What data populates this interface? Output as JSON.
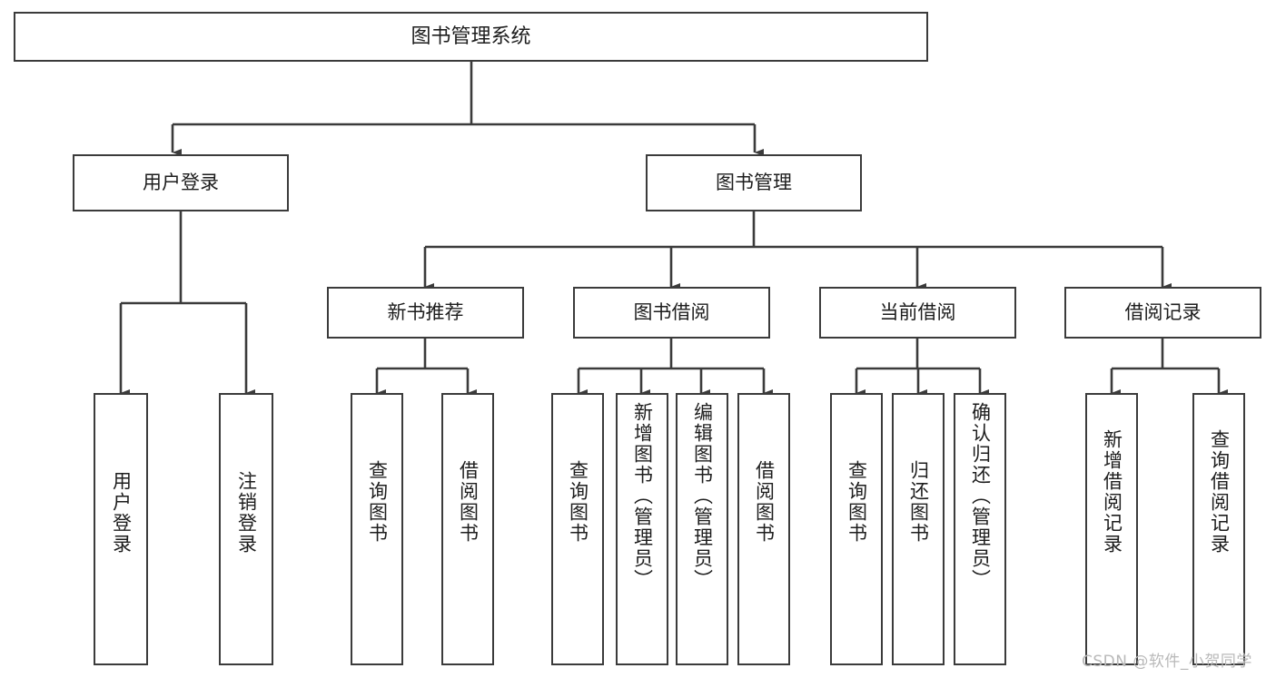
{
  "diagram": {
    "title": "图书管理系统",
    "type": "tree-hierarchy",
    "root": {
      "label": "图书管理系统"
    },
    "level1": [
      {
        "label": "用户登录"
      },
      {
        "label": "图书管理"
      }
    ],
    "level2": [
      {
        "label": "新书推荐",
        "parent": "图书管理"
      },
      {
        "label": "图书借阅",
        "parent": "图书管理"
      },
      {
        "label": "当前借阅",
        "parent": "图书管理"
      },
      {
        "label": "借阅记录",
        "parent": "图书管理"
      }
    ],
    "leaves": {
      "user_login": [
        {
          "label": "用户登录"
        },
        {
          "label": "注销登录"
        }
      ],
      "new_book_recommend": [
        {
          "label": "查询图书"
        },
        {
          "label": "借阅图书"
        }
      ],
      "book_borrow": [
        {
          "label": "查询图书"
        },
        {
          "label": "新增图书（管理员）"
        },
        {
          "label": "编辑图书（管理员）"
        },
        {
          "label": "借阅图书"
        }
      ],
      "current_borrow": [
        {
          "label": "查询图书"
        },
        {
          "label": "归还图书"
        },
        {
          "label": "确认归还（管理员）"
        }
      ],
      "borrow_record": [
        {
          "label": "新增借阅记录"
        },
        {
          "label": "查询借阅记录"
        }
      ]
    }
  },
  "watermark": {
    "text": "CSDN @软件_小贺同学"
  },
  "colors": {
    "stroke": "#3b3b3b",
    "fill": "#ffffff",
    "text": "#1d1d1d",
    "watermark": "#b9b9b9"
  }
}
